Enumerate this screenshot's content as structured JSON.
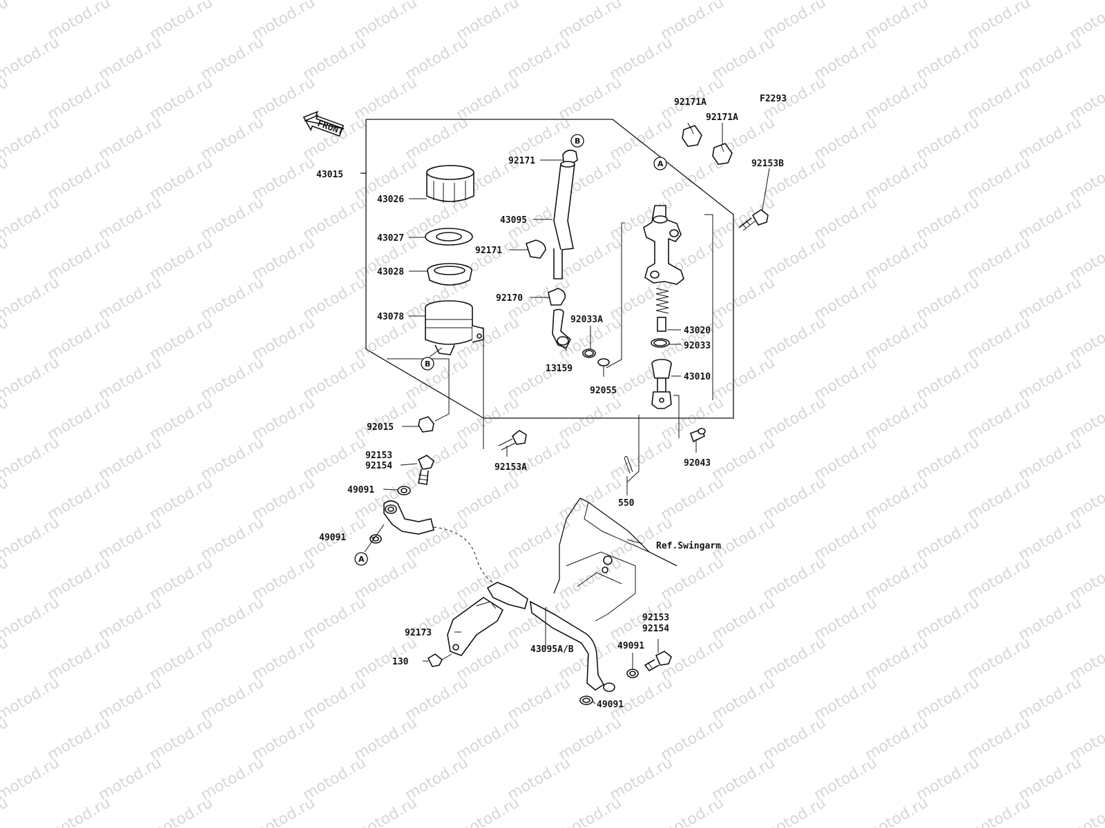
{
  "figure_code": "F2293",
  "front_label": "FRONT",
  "watermark_text": "motod.ru",
  "ref_label": "Ref.Swingarm",
  "callout_a": "A",
  "callout_b": "B",
  "parts": {
    "p43015": "43015",
    "p43026": "43026",
    "p43027": "43027",
    "p43028": "43028",
    "p43078": "43078",
    "p92015": "92015",
    "p92171_top": "92171",
    "p43095": "43095",
    "p92171_mid": "92171",
    "p92170": "92170",
    "p92033A": "92033A",
    "p13159": "13159",
    "p92055": "92055",
    "p92171A_1": "92171A",
    "p92171A_2": "92171A",
    "p92153B": "92153B",
    "p43020": "43020",
    "p92033": "92033",
    "p43010": "43010",
    "p92043": "92043",
    "p92153A": "92153A",
    "p550": "550",
    "p92153_a": "92153",
    "p92154_a": "92154",
    "p49091_a": "49091",
    "p49091_b": "49091",
    "p92173": "92173",
    "p130": "130",
    "p43095AB": "43095A/B",
    "p92153_b": "92153",
    "p92154_b": "92154",
    "p49091_c": "49091",
    "p49091_d": "49091"
  }
}
